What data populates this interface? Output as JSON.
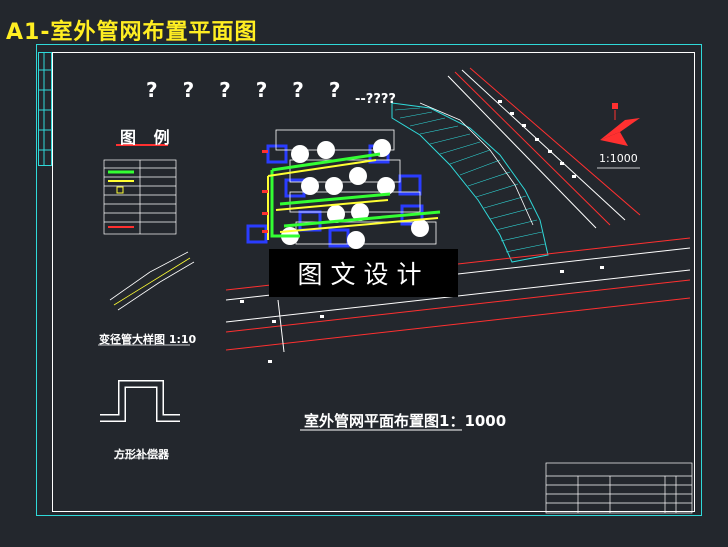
{
  "caption": "A1-室外管网布置平面图",
  "drawing": {
    "title_placeholder": "? ? ? ? ? ?",
    "north_title": "--????",
    "legend_title": "图 例",
    "scale": "1:1000",
    "detail1_label": "变径管大样图 1:10",
    "detail2_label": "方形补偿器",
    "plan_label": "室外管网平面布置图1：1000",
    "watermark": "图文设计"
  },
  "colors": {
    "background": "#23272d",
    "frame": "#2fd9d9",
    "caption": "#ffee22",
    "pipe_green": "#33ff33",
    "pipe_yellow": "#ffff33",
    "building_blue": "#2a3cff",
    "road_red": "#ff3030"
  }
}
